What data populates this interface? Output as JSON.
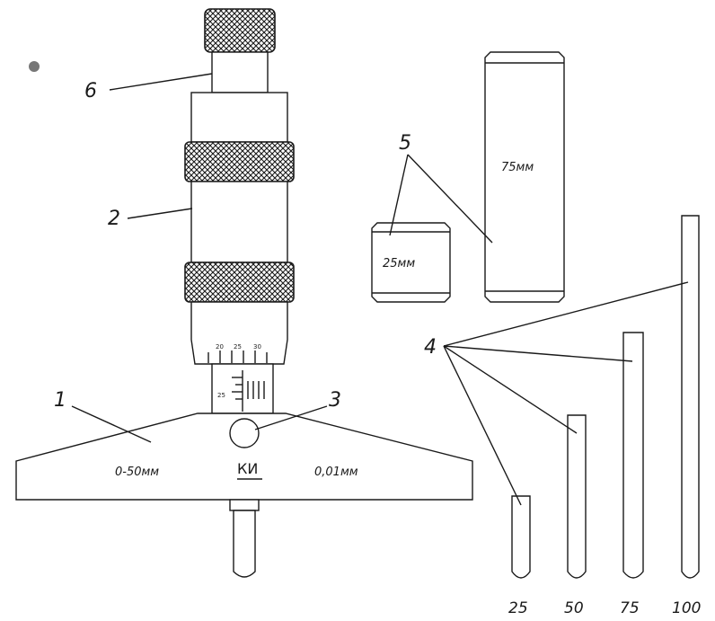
{
  "callouts": {
    "base": "1",
    "barrel": "2",
    "lock": "3",
    "rods": "4",
    "gauge_blocks": "5",
    "ratchet": "6"
  },
  "base": {
    "range": "0-50мм",
    "division": "0,01мм",
    "logo": "КИ"
  },
  "scale": {
    "thimble_ticks": [
      "20",
      "25",
      "30"
    ],
    "sleeve_mark": "25"
  },
  "blocks": {
    "small": "25мм",
    "large": "75мм"
  },
  "rods": [
    "25",
    "50",
    "75",
    "100"
  ],
  "colors": {
    "ink": "#1a1a1a",
    "paper": "#ffffff"
  }
}
